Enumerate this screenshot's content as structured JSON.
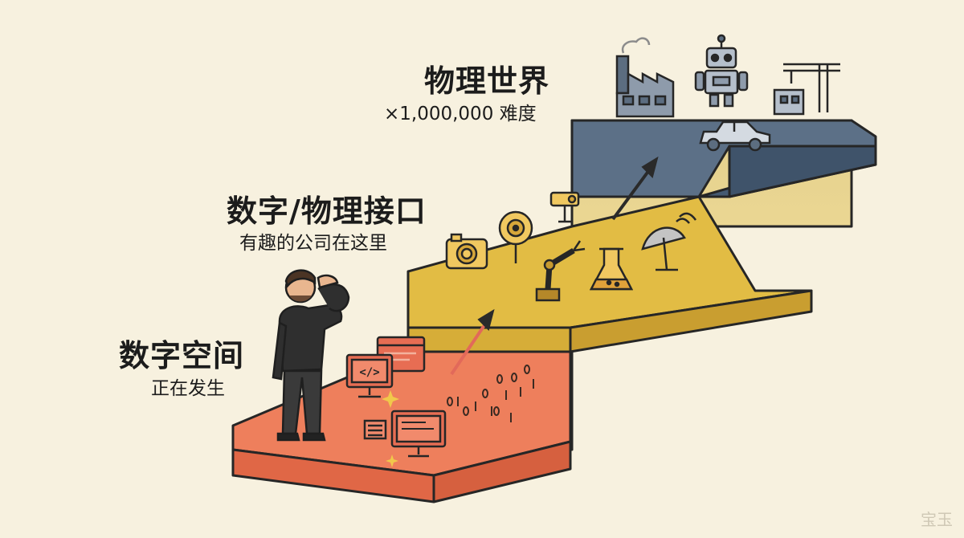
{
  "levels": [
    {
      "title": "物理世界",
      "subtitle": "×1,000,000 难度",
      "color": "#5b6f86",
      "side_color": "#e6d9a0"
    },
    {
      "title": "数字/物理接口",
      "subtitle": "有趣的公司在这里",
      "color": "#e1bd45",
      "side_color": "#f1bf93"
    },
    {
      "title": "数字空间",
      "subtitle": "正在发生",
      "color": "#ee7f5c",
      "side_color": "#e66f4d"
    }
  ],
  "code_icon_text": "</>",
  "watermark": "宝玉",
  "icons": {
    "top": [
      "factory-icon",
      "robot-icon",
      "crane-icon",
      "car-icon"
    ],
    "middle": [
      "camera-icon",
      "sensor-icon",
      "beacon-icon",
      "robot-arm-icon",
      "flask-icon",
      "satellite-dish-icon"
    ],
    "bottom": [
      "monitor-code-icon",
      "laptop-icon",
      "window-icon",
      "binary-stream-icon"
    ]
  }
}
